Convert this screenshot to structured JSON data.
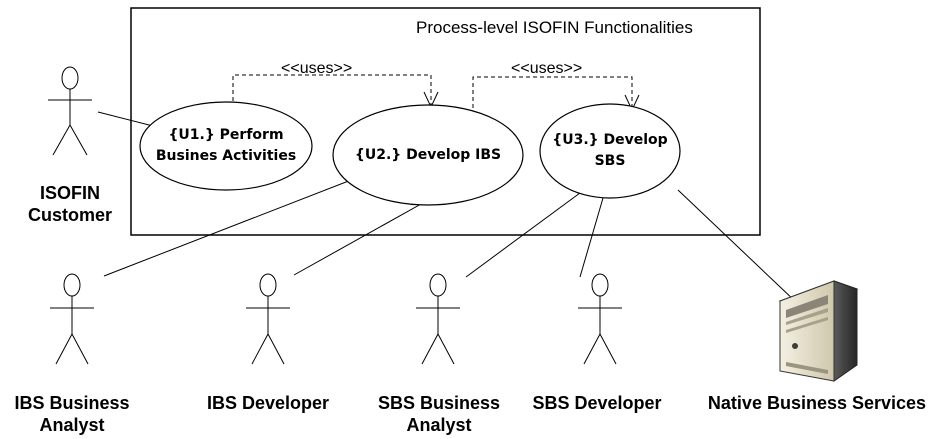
{
  "system": {
    "title": "Process-level ISOFIN Functionalities"
  },
  "relations": {
    "uses_1": "<<uses>>",
    "uses_2": "<<uses>>"
  },
  "use_cases": {
    "u1_line1": "{U1.} Perform",
    "u1_line2": "Busines Activities",
    "u2": "{U2.} Develop IBS",
    "u3_line1": "{U3.} Develop",
    "u3_line2": "SBS"
  },
  "actors": {
    "isofin_customer_line1": "ISOFIN",
    "isofin_customer_line2": "Customer",
    "ibs_ba_line1": "IBS Business",
    "ibs_ba_line2": "Analyst",
    "ibs_dev": "IBS Developer",
    "sbs_ba_line1": "SBS Business",
    "sbs_ba_line2": "Analyst",
    "sbs_dev": "SBS Developer",
    "native_services": "Native Business Services"
  },
  "icons": {
    "actor": "stick-figure-icon",
    "server": "server-tower-icon"
  }
}
